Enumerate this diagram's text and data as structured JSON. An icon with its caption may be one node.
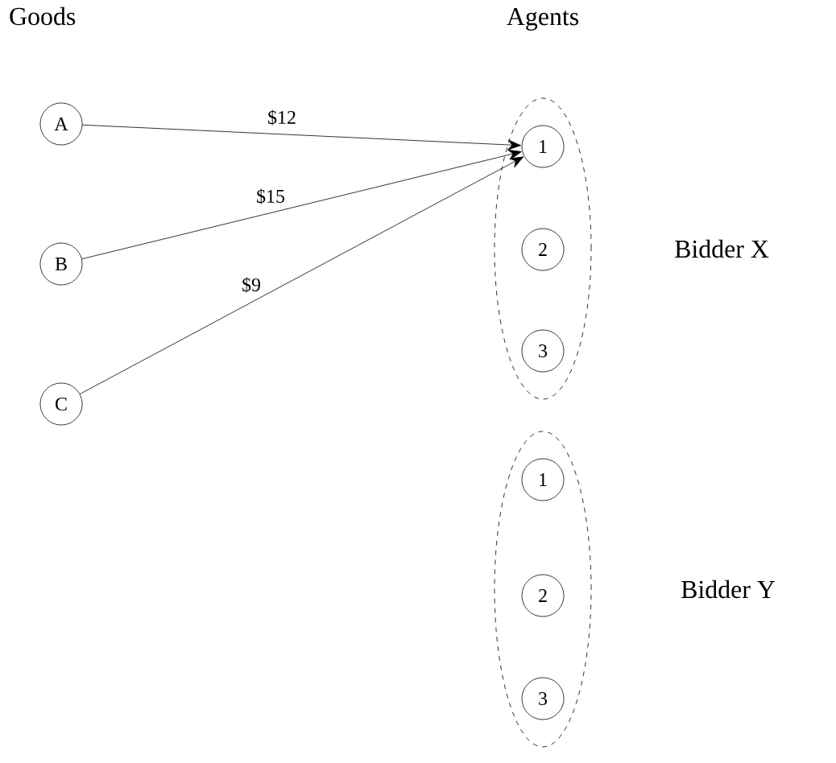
{
  "diagram": {
    "nodes": [
      {
        "text": [
          "A"
        ]
      },
      {
        "text": [
          "B"
        ]
      },
      {
        "text": [
          "C"
        ]
      },
      {
        "text": [
          "Bidder X"
        ]
      },
      {
        "text": [
          "1"
        ],
        "in": 3
      },
      {
        "text": [
          "2"
        ],
        "in": 3
      },
      {
        "text": [
          "3"
        ],
        "in": 3
      },
      {
        "text": [
          "Bidder Y"
        ]
      },
      {
        "text": [
          "1"
        ],
        "in": 7
      },
      {
        "text": [
          "2"
        ],
        "in": 7
      },
      {
        "text": [
          "3"
        ],
        "in": 7
      }
    ],
    "edges": [
      {
        "from": 0,
        "to": 4,
        "arrow": "to",
        "label": "$12"
      },
      {
        "from": 1,
        "to": 4,
        "arrow": "to",
        "label": "$15"
      },
      {
        "from": 2,
        "to": 4,
        "arrow": "to",
        "label": "$9"
      }
    ],
    "labels": [
      "Goods",
      "Agents"
    ]
  }
}
